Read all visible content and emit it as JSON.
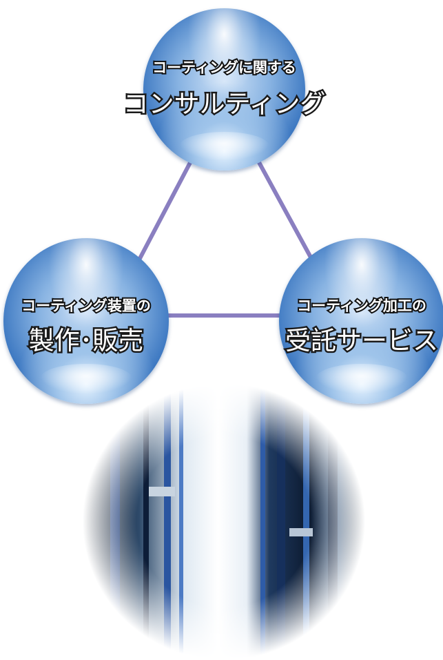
{
  "diagram": {
    "nodes": [
      {
        "id": "consulting",
        "line1": "コーティングに関する",
        "line2": "コンサルティング"
      },
      {
        "id": "equipment",
        "line1": "コーティング装置の",
        "line2": "製作･販売"
      },
      {
        "id": "processing",
        "line1": "コーティング加工の",
        "line2": "受託サービス"
      }
    ],
    "edges": [
      [
        "consulting",
        "equipment"
      ],
      [
        "consulting",
        "processing"
      ],
      [
        "equipment",
        "processing"
      ]
    ]
  },
  "colors": {
    "connector": "#8a7fc0",
    "sphere_dark": "#1a4f95",
    "sphere_light": "#cfe2f7",
    "label_fill": "#ffffff",
    "label_outline": "#111111"
  },
  "photo": {
    "subject": "coating-equipment-closeup"
  }
}
